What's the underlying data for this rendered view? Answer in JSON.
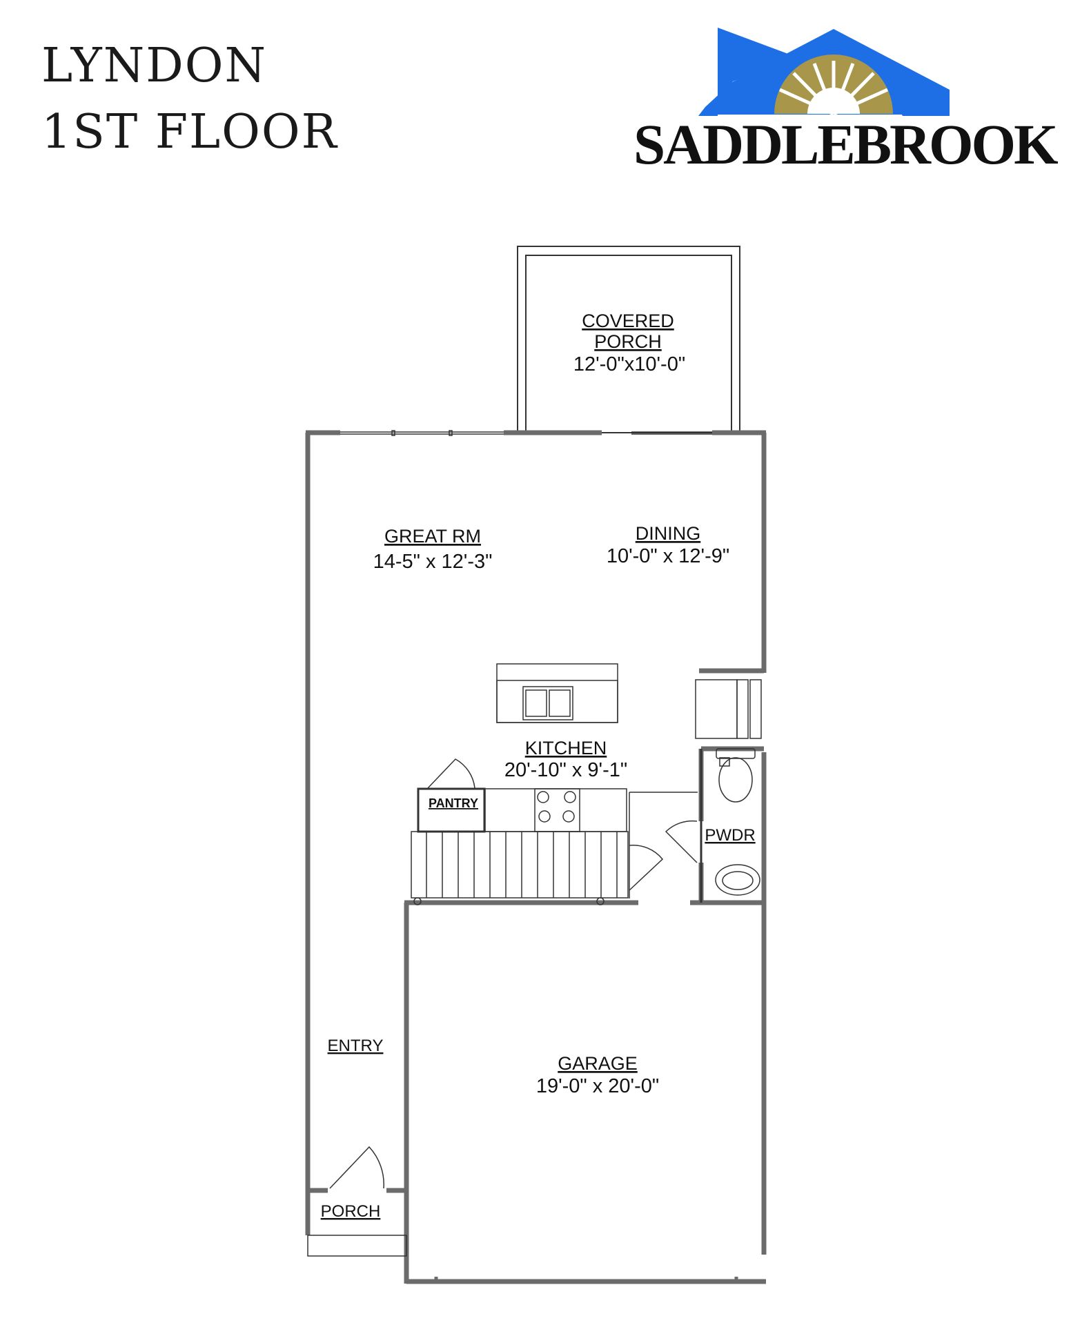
{
  "title": {
    "line1": "LYNDON",
    "line2": "1ST FLOOR"
  },
  "logo": {
    "text": "SADDLEBROOK",
    "colors": {
      "roof": "#1e6fe6",
      "fan": "#a8964a",
      "text": "#111111"
    }
  },
  "rooms": {
    "covered_porch": {
      "name_line1": "COVERED",
      "name_line2": "PORCH",
      "dims": "12'-0\"x10'-0\""
    },
    "great_rm": {
      "name": "GREAT RM",
      "dims": "14-5\" x 12'-3\""
    },
    "dining": {
      "name": "DINING",
      "dims": "10'-0\" x 12'-9\""
    },
    "kitchen": {
      "name": "KITCHEN",
      "dims": "20'-10\" x 9'-1\""
    },
    "pantry": {
      "name": "PANTRY"
    },
    "pwdr": {
      "name": "PWDR"
    },
    "entry": {
      "name": "ENTRY"
    },
    "garage": {
      "name": "GARAGE",
      "dims": "19'-0\" x 20'-0\""
    },
    "porch": {
      "name": "PORCH"
    }
  },
  "colors": {
    "wall": "#6b6b6b",
    "line": "#333333"
  }
}
